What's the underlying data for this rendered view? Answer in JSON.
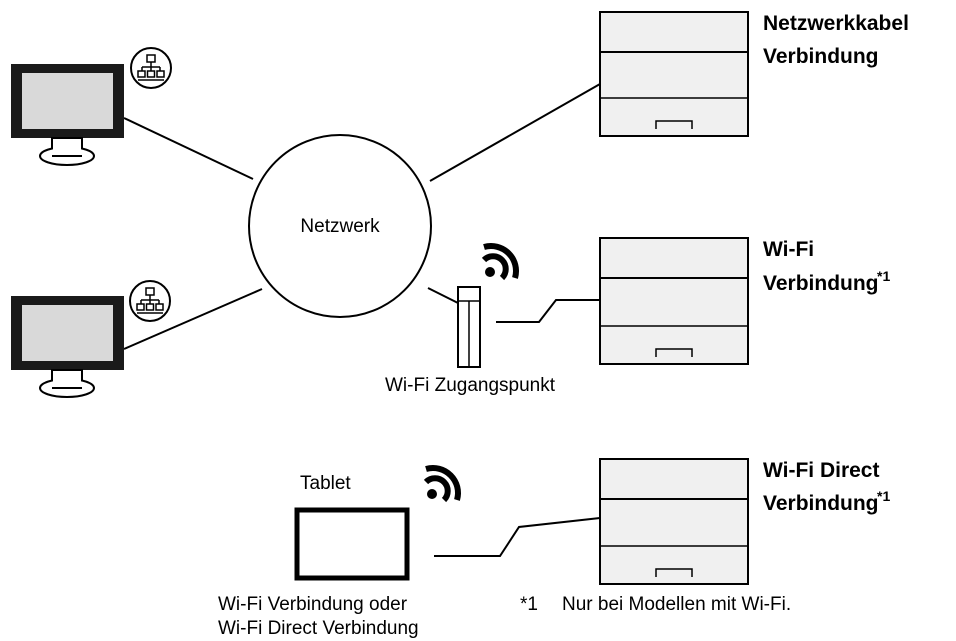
{
  "network": {
    "label": "Netzwerk"
  },
  "access_point": {
    "label": "Wi-Fi Zugangspunkt"
  },
  "tablet": {
    "label": "Tablet",
    "caption_line1": "Wi-Fi Verbindung oder",
    "caption_line2": "Wi-Fi Direct Verbindung"
  },
  "connections": [
    {
      "line1": "Netzwerkkabel",
      "line2": "Verbindung",
      "sup": ""
    },
    {
      "line1": "Wi-Fi",
      "line2": "Verbindung",
      "sup": "*1"
    },
    {
      "line1": "Wi-Fi Direct",
      "line2": "Verbindung",
      "sup": "*1"
    }
  ],
  "footnote": {
    "marker": "*1",
    "text": "Nur bei Modellen mit Wi-Fi."
  },
  "icons": {
    "pc_top_badge": "network-icon",
    "pc_bottom_badge": "network-icon",
    "access_point_signal": "wifi-icon",
    "tablet_signal": "wifi-icon"
  }
}
